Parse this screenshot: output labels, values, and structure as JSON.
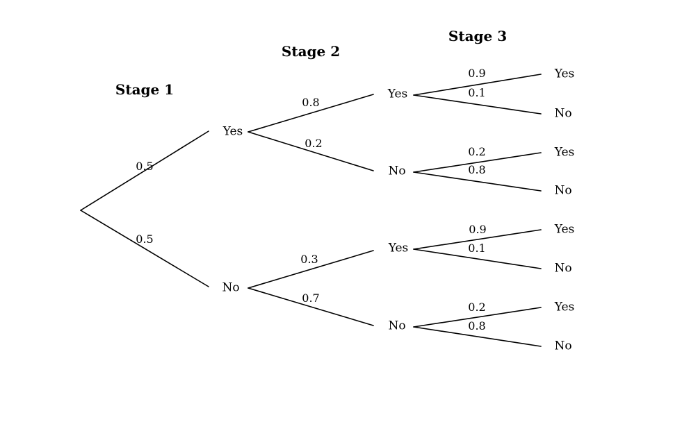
{
  "diagram_type": "probability-tree",
  "stage_headers": [
    {
      "label": "Stage 1"
    },
    {
      "label": "Stage 2"
    },
    {
      "label": "Stage 3"
    }
  ],
  "tree": {
    "branches": [
      {
        "prob": "0.5",
        "label": "Yes",
        "branches": [
          {
            "prob": "0.8",
            "label": "Yes",
            "branches": [
              {
                "prob": "0.9",
                "label": "Yes"
              },
              {
                "prob": "0.1",
                "label": "No"
              }
            ]
          },
          {
            "prob": "0.2",
            "label": "No",
            "branches": [
              {
                "prob": "0.2",
                "label": "Yes"
              },
              {
                "prob": "0.8",
                "label": "No"
              }
            ]
          }
        ]
      },
      {
        "prob": "0.5",
        "label": "No",
        "branches": [
          {
            "prob": "0.3",
            "label": "Yes",
            "branches": [
              {
                "prob": "0.9",
                "label": "Yes"
              },
              {
                "prob": "0.1",
                "label": "No"
              }
            ]
          },
          {
            "prob": "0.7",
            "label": "No",
            "branches": [
              {
                "prob": "0.2",
                "label": "Yes"
              },
              {
                "prob": "0.8",
                "label": "No"
              }
            ]
          }
        ]
      }
    ]
  },
  "colors": {
    "line": "#000000",
    "text": "#000000",
    "background": "#ffffff"
  }
}
